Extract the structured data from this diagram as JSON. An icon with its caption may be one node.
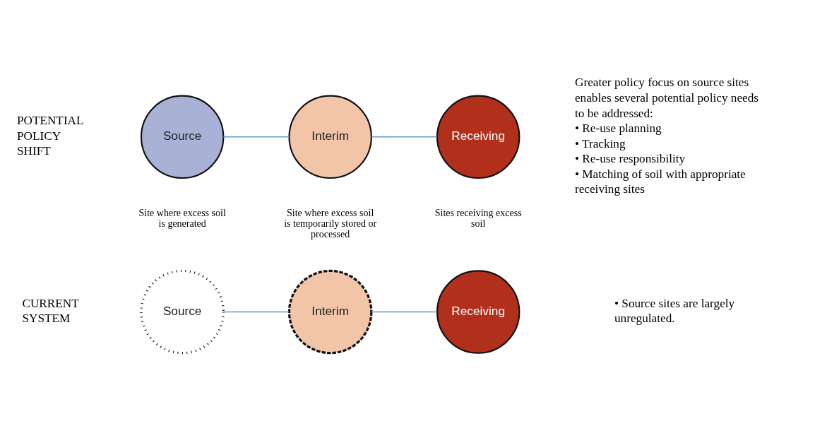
{
  "diagram": {
    "nodes": [
      {
        "text": [
          "Source"
        ]
      },
      {
        "text": [
          "Interim"
        ]
      },
      {
        "text": [
          "Receiving"
        ]
      },
      {
        "text": [
          "Source"
        ],
        "beside": [
          "Site where excess soil is generated"
        ]
      },
      {
        "text": [
          "Interim"
        ],
        "beside": [
          "Site where excess soil is temporarily stored or processed"
        ]
      },
      {
        "text": [
          "Receiving"
        ],
        "beside": [
          "Sites receiving excess soil"
        ]
      }
    ],
    "edges": [
      {
        "from": 0,
        "to": 1,
        "arrow": "none",
        "color": "#5b9bd5"
      },
      {
        "from": 1,
        "to": 2,
        "arrow": "none",
        "color": "#5b9bd5"
      },
      {
        "from": 3,
        "to": 4,
        "arrow": "none",
        "color": "#5b9bd5"
      },
      {
        "from": 4,
        "to": 5,
        "arrow": "none",
        "color": "#5b9bd5"
      }
    ],
    "labels": [
      "CURRENT SYSTEM",
      "• Source sites are largely unregulated.",
      "POTENTIAL POLICY SHIFT",
      "Greater policy focus on source sites enables several potential policy needs to be addressed:",
      "• Re-use planning",
      "• Tracking",
      "• Re-use responsibility",
      "• Matching of soil with appropriate receiving sites"
    ]
  }
}
